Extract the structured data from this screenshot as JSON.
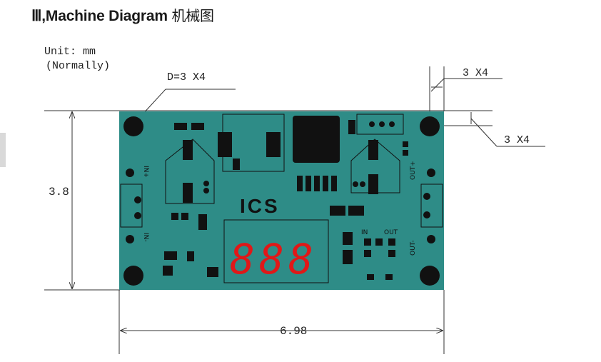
{
  "title": {
    "numeral": "Ⅲ",
    "separator": ",",
    "text": "Machine Diagram",
    "chinese": "机械图"
  },
  "unit_note": {
    "line1": "Unit: mm",
    "line2": "(Normally)"
  },
  "dimensions": {
    "hole_diameter": "D=3 X4",
    "hole_offset_x": "3 X4",
    "hole_offset_y": "3 X4",
    "height": "3.8",
    "width": "6.98"
  },
  "board": {
    "color": "#2e8c87",
    "logo": "ICS",
    "display_digits": [
      "8",
      "8",
      "8"
    ],
    "display_color": "#e01818",
    "in_label": "IN",
    "out_label": "OUT",
    "left_top_label": "IN+",
    "left_bottom_label": "IN-",
    "right_top_label": "OUT+",
    "right_bottom_label": "OUT-"
  }
}
